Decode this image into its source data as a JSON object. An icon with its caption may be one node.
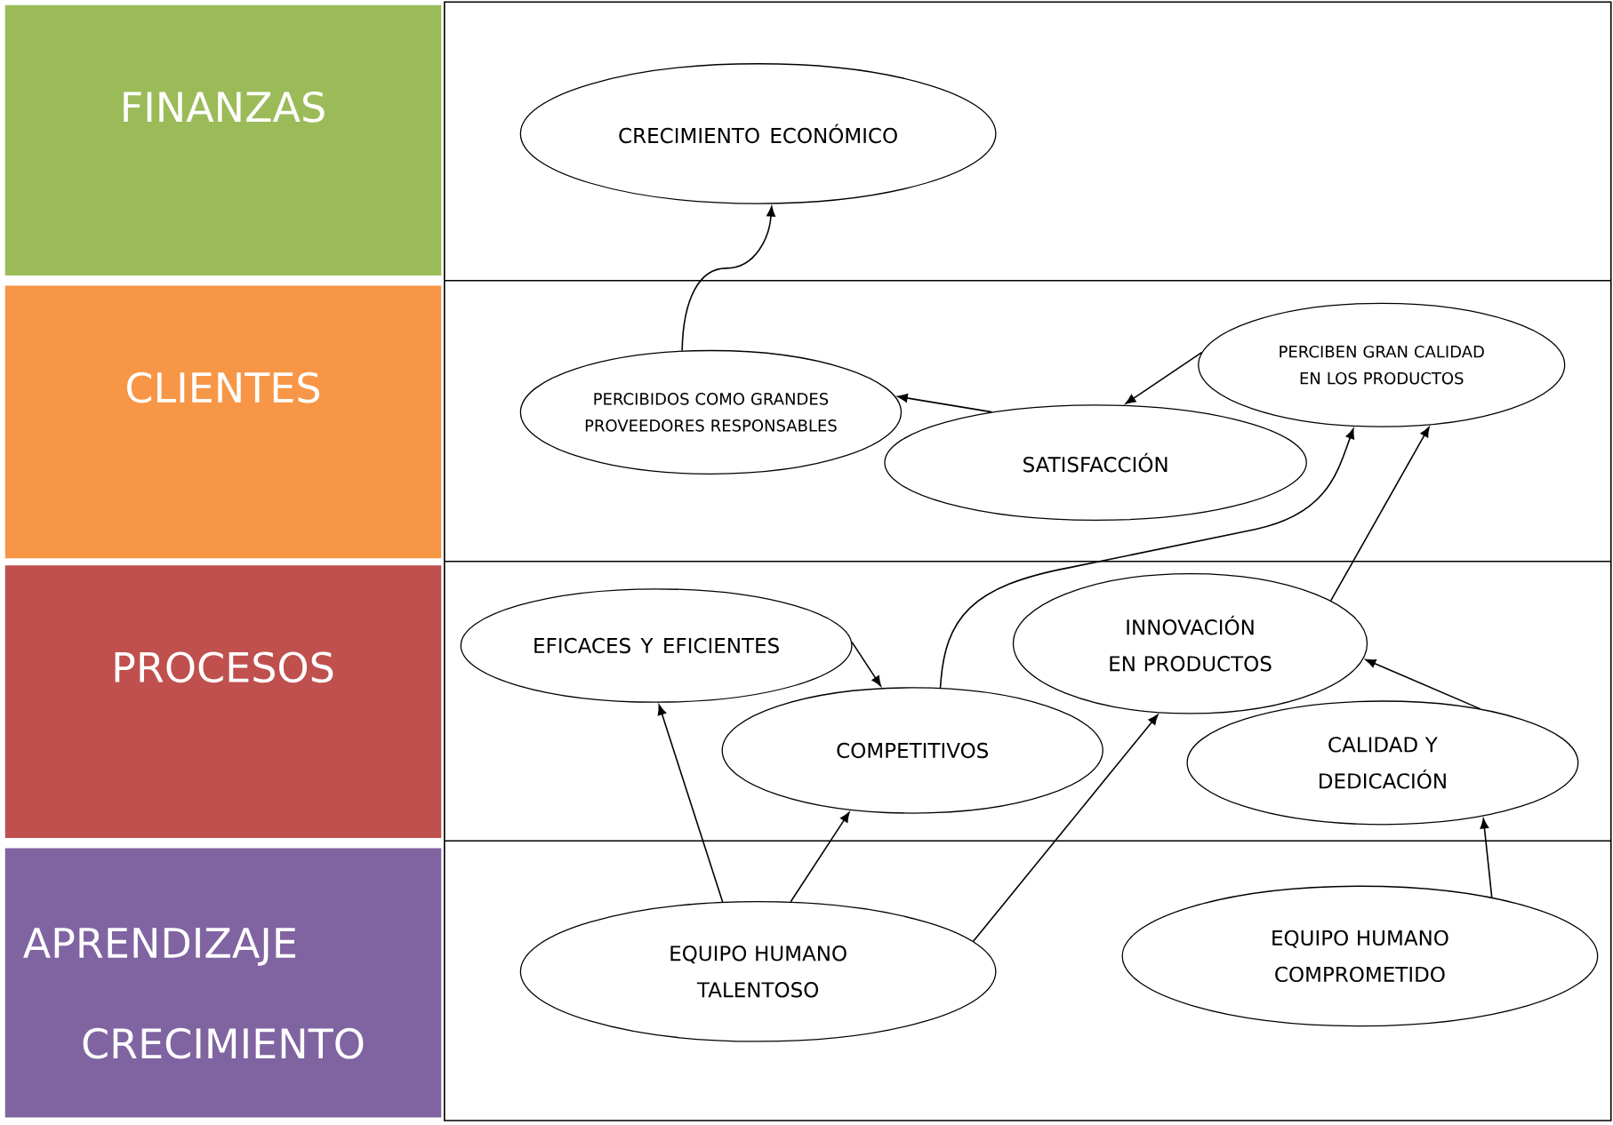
{
  "diagram": {
    "nodes": [
      {
        "text": [
          "FINANZAS"
        ]
      },
      {
        "text": [
          "CLIENTES"
        ]
      },
      {
        "text": [
          "PROCESOS"
        ]
      },
      {
        "text": [
          "APRENDIZAJE",
          "CRECIMIENTO"
        ]
      },
      {
        "text": [
          "CRECIMIENTO ECONÓMICO"
        ]
      },
      {
        "text": [
          "PERCIBIDOS COMO GRANDES PROVEEDORES RESPONSABLES"
        ]
      },
      {
        "text": [
          "PERCIBEN GRAN CALIDAD EN LOS PRODUCTOS"
        ]
      },
      {
        "text": [
          "SATISFACCIÓN"
        ]
      },
      {
        "text": [
          "EFICACES Y EFICIENTES"
        ]
      },
      {
        "text": [
          "INNOVACIÓN EN PRODUCTOS"
        ]
      },
      {
        "text": [
          "COMPETITIVOS"
        ]
      },
      {
        "text": [
          "CALIDAD Y DEDICACIÓN"
        ]
      },
      {
        "text": [
          "EQUIPO HUMANO TALENTOSO"
        ]
      },
      {
        "text": [
          "EQUIPO HUMANO COMPROMETIDO"
        ]
      }
    ],
    "edges": [
      {
        "from": 5,
        "to": 4,
        "arrow": "to"
      },
      {
        "from": 7,
        "to": 5,
        "arrow": "to"
      },
      {
        "from": 6,
        "to": 7,
        "arrow": "to"
      },
      {
        "from": 8,
        "to": 10,
        "arrow": "to"
      },
      {
        "from": 10,
        "to": 6,
        "arrow": "to"
      },
      {
        "from": 9,
        "to": 6,
        "arrow": "to"
      },
      {
        "from": 11,
        "to": 9,
        "arrow": "to"
      },
      {
        "from": 12,
        "to": 8,
        "arrow": "to"
      },
      {
        "from": 12,
        "to": 10,
        "arrow": "to"
      },
      {
        "from": 12,
        "to": 9,
        "arrow": "to"
      },
      {
        "from": 13,
        "to": 11,
        "arrow": "to"
      }
    ]
  }
}
